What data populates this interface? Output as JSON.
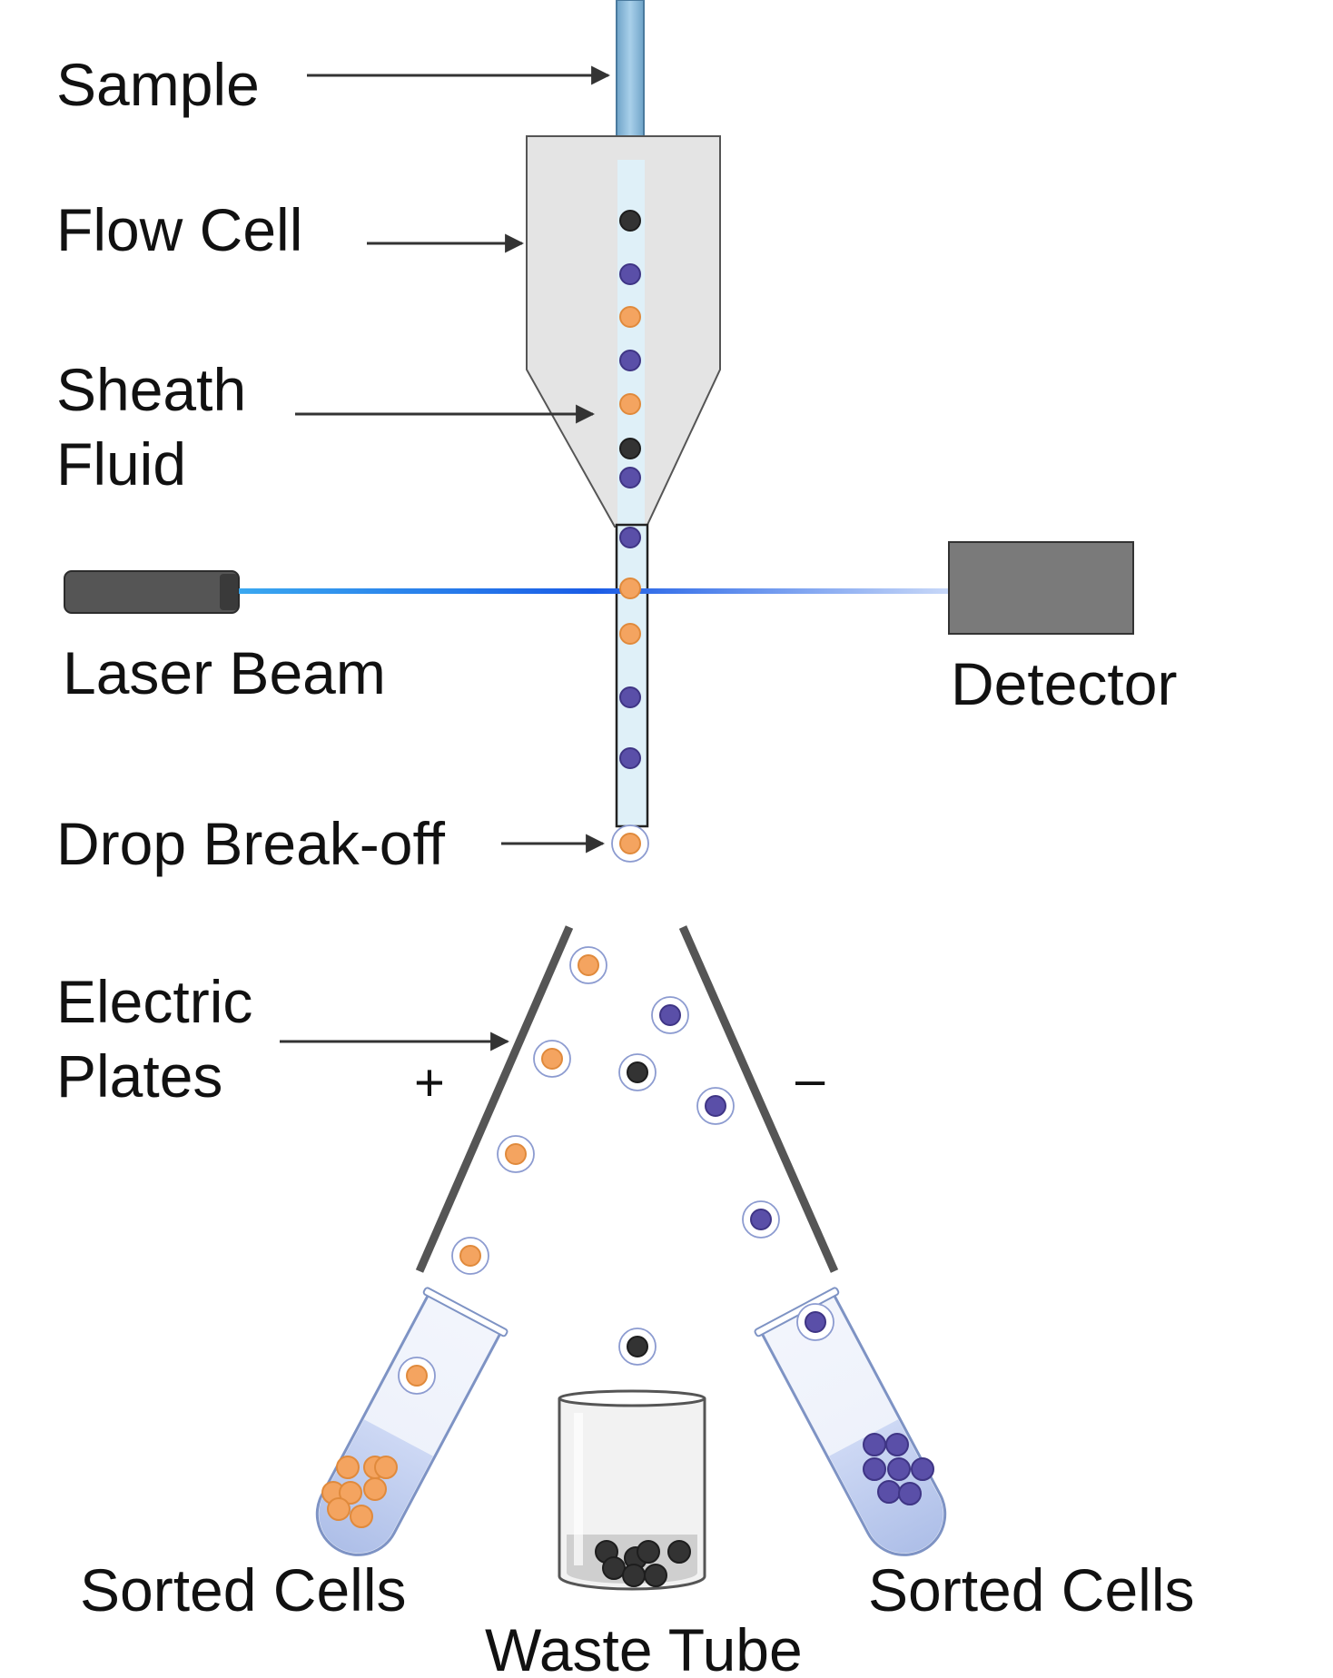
{
  "labels": {
    "sample": "Sample",
    "flow_cell": "Flow Cell",
    "sheath_line1": "Sheath",
    "sheath_line2": "Fluid",
    "laser_beam": "Laser Beam",
    "detector": "Detector",
    "drop_breakoff": "Drop Break-off",
    "electric_line1": "Electric",
    "electric_line2": "Plates",
    "plus_sign": "+",
    "minus_sign": "–",
    "sorted_cells_left": "Sorted Cells",
    "waste_tube": "Waste Tube",
    "sorted_cells_right": "Sorted Cells"
  },
  "colors": {
    "orange_cell": "#f4a460",
    "purple_cell": "#5a4fa8",
    "black_cell": "#333333",
    "laser_blue": "#1a5ce6",
    "sample_tube": "#8fb8d8",
    "flow_cell_body": "#e4e4e4",
    "plate_gray": "#555555",
    "detector_gray": "#7a7a7a"
  },
  "icons": {
    "laser": "laser-device-icon",
    "detector": "detector-box-icon",
    "left_tube": "test-tube-icon",
    "right_tube": "test-tube-icon",
    "waste": "beaker-icon"
  }
}
